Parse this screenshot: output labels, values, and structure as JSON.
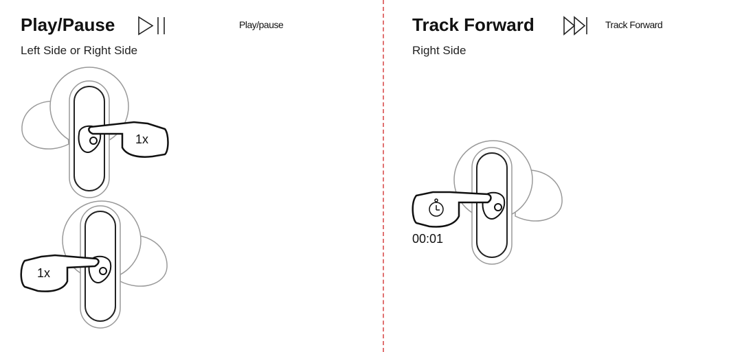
{
  "left": {
    "title": "Play/Pause",
    "icon": "play-pause-icon",
    "action_label": "Play/pause",
    "subtitle": "Left Side or Right Side",
    "tap_count_top": "1x",
    "tap_count_bottom": "1x"
  },
  "right": {
    "title": "Track Forward",
    "icon": "track-forward-icon",
    "action_label": "Track Forward",
    "subtitle": "Right Side",
    "hold_time": "00:01"
  },
  "colors": {
    "divider": "#e07070",
    "earbud": "#999999",
    "hand": "#111111"
  }
}
